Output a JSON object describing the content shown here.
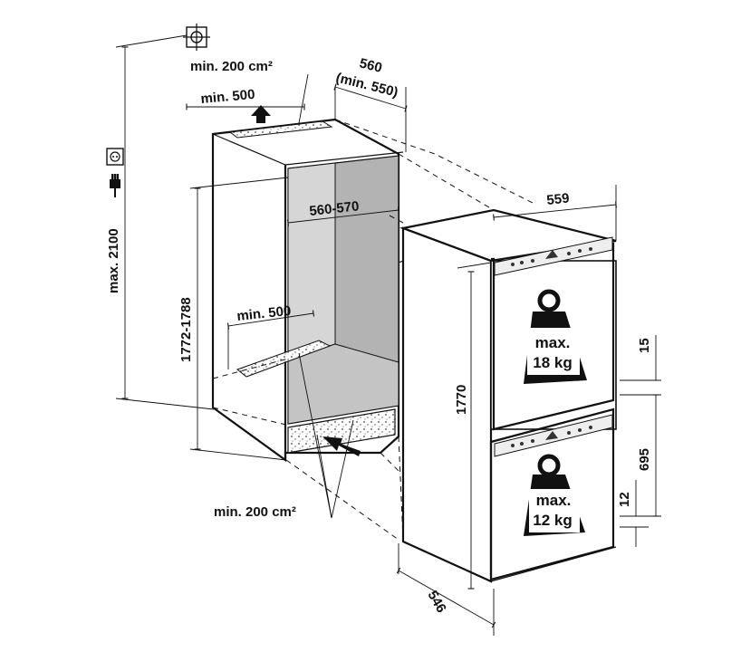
{
  "labels": {
    "top_vent": "min. 200 cm²",
    "top_depth": "min. 500",
    "niche_depth": "560",
    "niche_depth_min": "(min. 550)",
    "max_height": "max. 2100",
    "niche_height": "1772-1788",
    "niche_width": "560-570",
    "inner_depth": "min. 500",
    "bottom_vent": "min. 200 cm²",
    "appliance_width": "559",
    "appliance_height": "1770",
    "appliance_depth": "546",
    "gap_top": "15",
    "lower_door": "695",
    "gap_bottom": "12"
  },
  "weights": {
    "upper_line1": "max.",
    "upper_line2": "18 kg",
    "lower_line1": "max.",
    "lower_line2": "12 kg"
  }
}
